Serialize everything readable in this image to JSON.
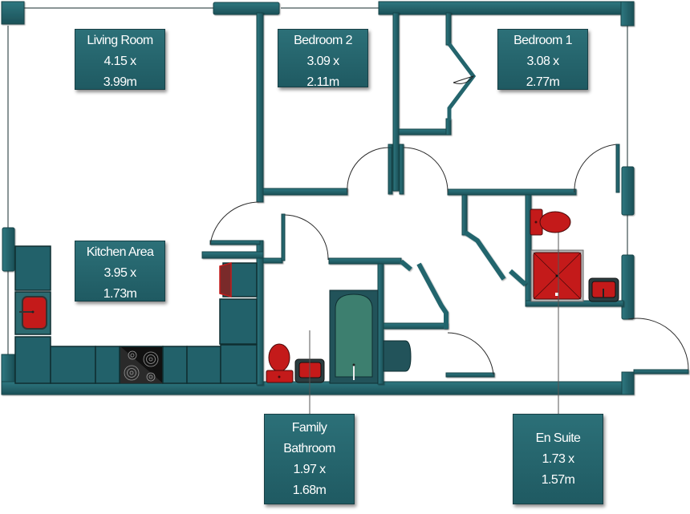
{
  "title": "Apartment Floor Plan",
  "colors": {
    "wall": "#24656d",
    "wall_dark": "#174449",
    "fixture_red": "#c41a1a",
    "bath_green": "#3d7f6f",
    "label_bg": "#26666e",
    "hob": "#111111"
  },
  "rooms": [
    {
      "id": "living-room",
      "name": "Living Room",
      "width": "4.15 x",
      "depth": "3.99m"
    },
    {
      "id": "bedroom-2",
      "name": "Bedroom 2",
      "width": "3.09 x",
      "depth": "2.11m"
    },
    {
      "id": "bedroom-1",
      "name": "Bedroom 1",
      "width": "3.08 x",
      "depth": "2.77m"
    },
    {
      "id": "kitchen-area",
      "name": "Kitchen Area",
      "width": "3.95 x",
      "depth": "1.73m"
    },
    {
      "id": "family-bathroom",
      "name_line1": "Family",
      "name_line2": "Bathroom",
      "width": "1.97 x",
      "depth": "1.68m"
    },
    {
      "id": "en-suite",
      "name": "En Suite",
      "width": "1.73 x",
      "depth": "1.57m"
    }
  ],
  "fixtures": [
    "kitchen-sink",
    "hob",
    "kitchen-units",
    "fridge",
    "family-bathroom-toilet",
    "family-bathroom-basin",
    "bath",
    "water-cylinder",
    "en-suite-toilet",
    "shower-tray",
    "en-suite-basin",
    "wardrobe-bifold-doors"
  ]
}
